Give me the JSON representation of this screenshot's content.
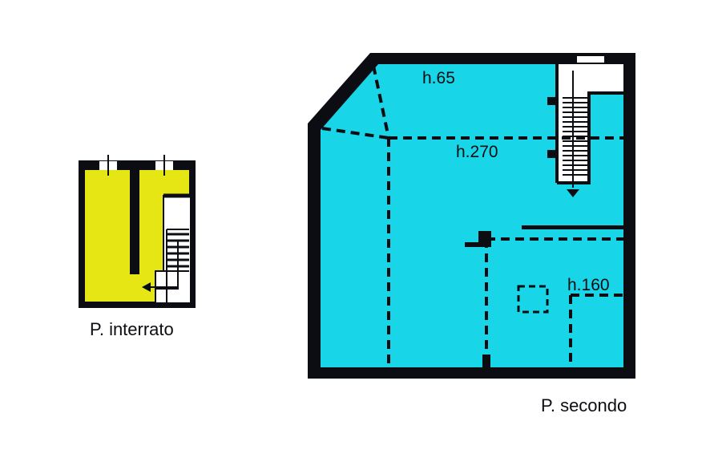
{
  "basement": {
    "caption": "P. interrato",
    "fill_color": "#e6e614"
  },
  "second_floor": {
    "caption": "P. secondo",
    "fill_color": "#18d6e8",
    "heights": {
      "top": "h.65",
      "middle": "h.270",
      "right": "h.160"
    }
  },
  "colors": {
    "wall": "#0b0d12",
    "stair": "#ffffff"
  }
}
